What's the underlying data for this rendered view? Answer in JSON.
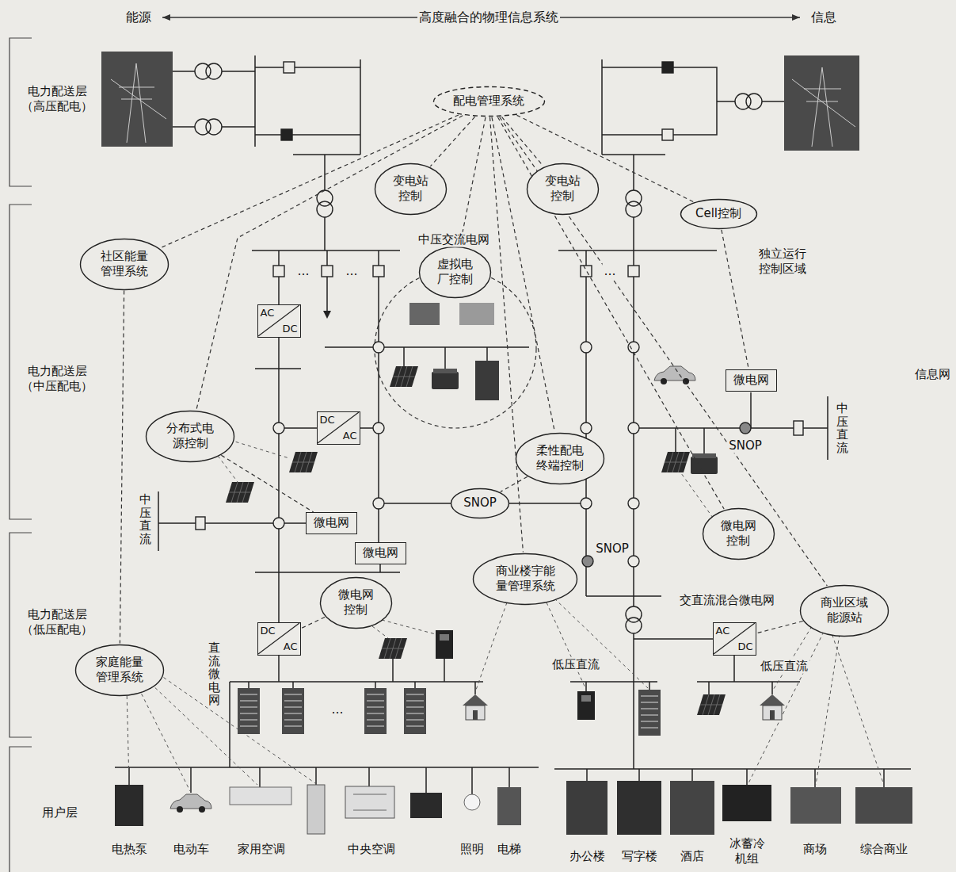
{
  "diagram": {
    "nodes": [
      {
        "text": [
          "配电管理系统"
        ]
      },
      {
        "text": [
          "变电站 控制"
        ]
      },
      {
        "text": [
          "变电站 控制"
        ]
      },
      {
        "text": [
          "Cell控制"
        ]
      },
      {
        "text": [
          "社区能量 管理系统"
        ]
      },
      {
        "text": [
          "虚拟电 厂控制"
        ]
      },
      {
        "text": [
          "AC",
          "DC"
        ]
      },
      {
        "text": [
          "微电网"
        ]
      },
      {
        "text": [
          "DC",
          "AC"
        ]
      },
      {
        "text": [
          "分布式电 源控制"
        ]
      },
      {
        "text": [
          "柔性配电 终端控制"
        ]
      },
      {
        "text": [
          "SNOP"
        ]
      },
      {
        "text": [
          "微电网"
        ]
      },
      {
        "text": [
          "微电网"
        ]
      },
      {
        "text": [
          "微电网 控制"
        ]
      },
      {
        "text": [
          "商业楼宇能 量管理系统"
        ]
      },
      {
        "text": [
          "微电网 控制"
        ]
      },
      {
        "text": [
          "商业区域 能源站"
        ]
      },
      {
        "text": [
          "DC",
          "AC"
        ]
      },
      {
        "text": [
          "AC",
          "DC"
        ]
      },
      {
        "text": [
          "家庭能量 管理系统"
        ]
      }
    ],
    "edges": [
      {
        "from": 0,
        "to": 1,
        "arrow": "none"
      },
      {
        "from": 0,
        "to": 2,
        "arrow": "none"
      },
      {
        "from": 0,
        "to": 3,
        "arrow": "none"
      },
      {
        "from": 0,
        "to": 4,
        "arrow": "none"
      },
      {
        "from": 0,
        "to": 5,
        "arrow": "none"
      },
      {
        "from": 0,
        "to": 9,
        "arrow": "none"
      },
      {
        "from": 0,
        "to": 10,
        "arrow": "none"
      },
      {
        "from": 0,
        "to": 14,
        "arrow": "none"
      },
      {
        "from": 0,
        "to": 15,
        "arrow": "none"
      },
      {
        "from": 0,
        "to": 17,
        "arrow": "none"
      },
      {
        "from": 4,
        "to": 20,
        "arrow": "none"
      },
      {
        "from": 3,
        "to": 7,
        "arrow": "none"
      },
      {
        "from": 9,
        "to": 12,
        "arrow": "none"
      },
      {
        "from": 10,
        "to": 11,
        "arrow": "none"
      },
      {
        "from": 16,
        "to": 18,
        "arrow": "none"
      },
      {
        "from": 17,
        "to": 19,
        "arrow": "none"
      }
    ],
    "labels": [
      "能源",
      "高度融合的物理信息系统",
      "信息",
      "电力配送层 （高压配电）",
      "电力配送层 （中压配电）",
      "电力配送层 （低压配电）",
      "用户层",
      "信息网",
      "中压交流电网",
      "独立运行 控制区域",
      "中压直流",
      "中压直流",
      "SNOP",
      "SNOP",
      "交直流混合微电网",
      "低压直流",
      "低压直流",
      "直流微电网",
      "…",
      "…",
      "…",
      "…",
      "电热泵",
      "电动车",
      "家用空调",
      "中央空调",
      "照明",
      "电梯",
      "办公楼",
      "写字楼",
      "酒店",
      "冰蓄冷 机组",
      "商场",
      "综合商业"
    ]
  }
}
